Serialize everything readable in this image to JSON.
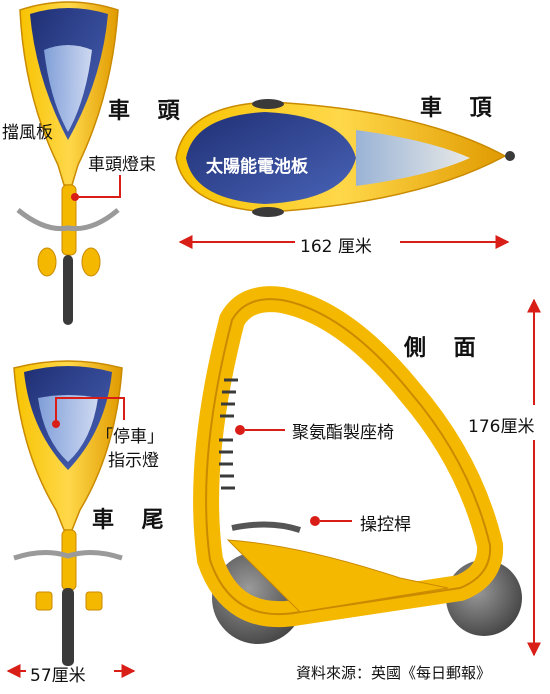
{
  "views": {
    "front": {
      "title": "車 頭",
      "windshield": "擋風板",
      "headlight": "車頭燈束"
    },
    "top": {
      "title": "車 頂",
      "solar_panel": "太陽能電池板",
      "length": "162 厘米"
    },
    "rear": {
      "title": "車 尾",
      "stop_light_line1": "「停車」",
      "stop_light_line2": "指示燈",
      "width": "57厘米"
    },
    "side": {
      "title": "側 面",
      "seat": "聚氨酯製座椅",
      "joystick": "操控桿",
      "height": "176厘米"
    }
  },
  "source": "資料來源：英國《每日郵報》",
  "colors": {
    "body": "#f5b800",
    "body_dark": "#d08a00",
    "solar": "#2b3f8c",
    "arrow": "#d91e18",
    "wheel": "#5a5a5a"
  }
}
